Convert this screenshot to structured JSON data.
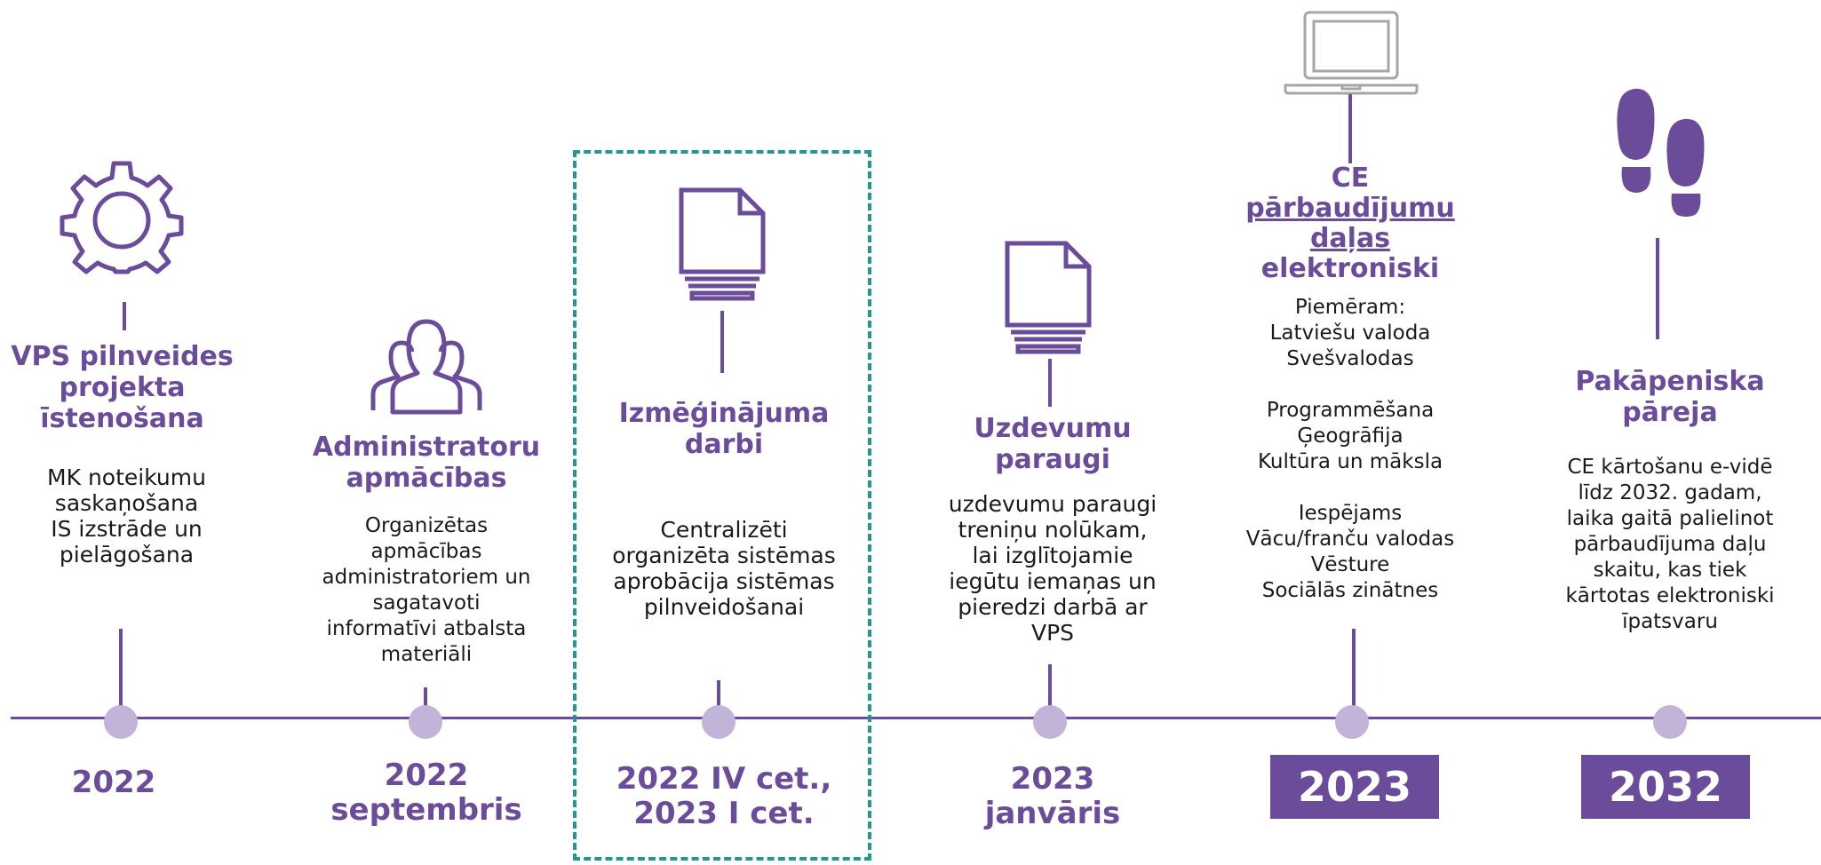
{
  "colors": {
    "accent": "#6b4c9a",
    "dot": "#c2b4d8",
    "highlight_border": "#1f9a92",
    "icon_gray": "#a6a6a6"
  },
  "milestones": [
    {
      "icon": "gear-icon",
      "title_lines": [
        "VPS pilnveides",
        "projekta",
        "īstenošana"
      ],
      "desc_lines": [
        "MK noteikumu",
        "saskaņošana",
        "IS izstrāde un",
        "pielāgošana"
      ],
      "year_lines": [
        "2022"
      ]
    },
    {
      "icon": "group-icon",
      "title_lines": [
        "Administratoru",
        "apmācības"
      ],
      "desc_lines": [
        "Organizētas",
        "apmācības",
        "administratoriem un",
        "sagatavoti",
        "informatīvi atbalsta",
        "materiāli"
      ],
      "year_lines": [
        "2022",
        "septembris"
      ]
    },
    {
      "icon": "document-stack-icon",
      "title_lines": [
        "Izmēģinājuma",
        "darbi"
      ],
      "desc_lines": [
        "Centralizēti",
        "organizēta sistēmas",
        "aprobācija sistēmas",
        "pilnveidošanai"
      ],
      "year_lines": [
        "2022 IV cet.,",
        "2023 I cet."
      ],
      "highlighted": true
    },
    {
      "icon": "document-stack-icon",
      "title_lines": [
        "Uzdevumu",
        "paraugi"
      ],
      "desc_lines": [
        "uzdevumu paraugi",
        "treniņu nolūkam,",
        "lai izglītojamie",
        "iegūtu iemaņas un",
        "pieredzi darbā ar",
        "VPS"
      ],
      "year_lines": [
        "2023",
        "janvāris"
      ]
    },
    {
      "icon": "laptop-icon",
      "title_lines": [
        "CE",
        "pārbaudījumu",
        "daļas",
        "elektroniski"
      ],
      "desc_lines": [
        "Piemēram:",
        "Latviešu valoda",
        "Svešvalodas",
        "",
        "Programmēšana",
        "Ģeogrāfija",
        "Kultūra un māksla",
        "",
        "Iespējams",
        "Vācu/franču valodas",
        "Vēsture",
        "Sociālās zinātnes"
      ],
      "year_box": "2023"
    },
    {
      "icon": "footprints-icon",
      "title_lines": [
        "Pakāpeniska",
        "pāreja"
      ],
      "desc_lines": [
        "CE kārtošanu e-vidē",
        "līdz 2032. gadam,",
        "laika gaitā palielinot",
        "pārbaudījuma daļu",
        "skaitu, kas tiek",
        "kārtotas elektroniski",
        "īpatsvaru"
      ],
      "year_box": "2032"
    }
  ]
}
